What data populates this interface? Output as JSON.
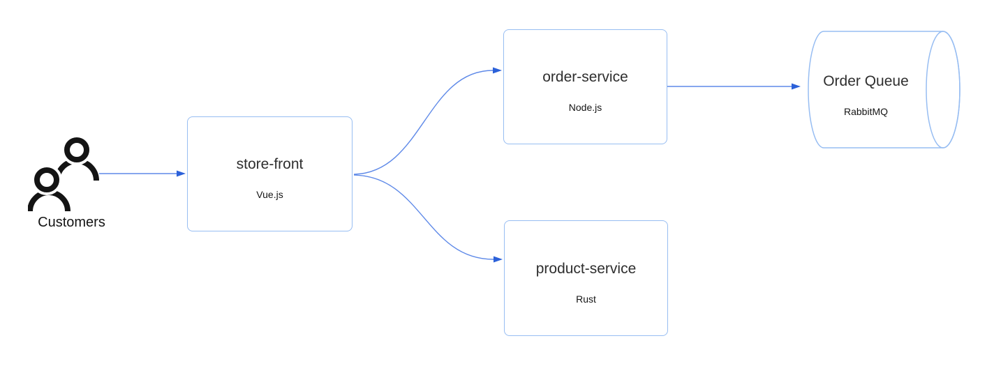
{
  "colors": {
    "shape_stroke": "#97bdf2",
    "edge_line": "#5e89e8",
    "edge_head": "#2c61d9",
    "icon_color": "#141414",
    "title_color": "#2e2e2e",
    "subtitle_color": "#141414",
    "canvas_bg": "#ffffff"
  },
  "nodes": {
    "customers": {
      "label": "Customers"
    },
    "store_front": {
      "title": "store-front",
      "subtitle": "Vue.js"
    },
    "order_service": {
      "title": "order-service",
      "subtitle": "Node.js"
    },
    "product_service": {
      "title": "product-service",
      "subtitle": "Rust"
    },
    "order_queue": {
      "title": "Order Queue",
      "subtitle": "RabbitMQ"
    }
  },
  "edges": [
    {
      "from": "customers",
      "to": "store-front"
    },
    {
      "from": "store-front",
      "to": "order-service"
    },
    {
      "from": "store-front",
      "to": "product-service"
    },
    {
      "from": "order-service",
      "to": "order-queue"
    }
  ]
}
